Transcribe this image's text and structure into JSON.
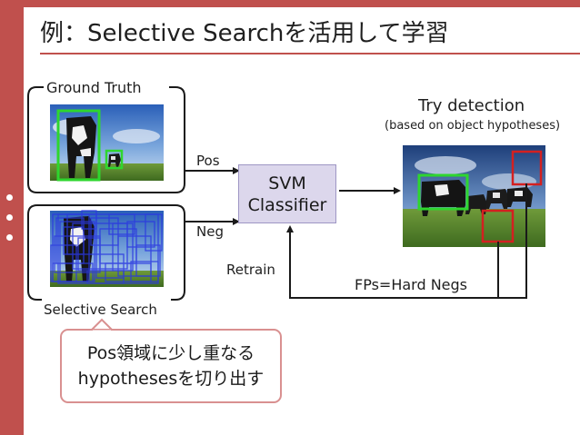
{
  "slide": {
    "title": "例：Selective Searchを活用して学習",
    "accent_color": "#c0504d"
  },
  "ground_truth": {
    "label": "Ground Truth"
  },
  "selective_search": {
    "label": "Selective Search"
  },
  "arrows": {
    "pos": "Pos",
    "neg": "Neg",
    "retrain": "Retrain"
  },
  "svm": {
    "line1": "SVM",
    "line2": "Classifier"
  },
  "detection": {
    "title": "Try detection",
    "subtitle": "(based on object hypotheses)",
    "fp_label": "FPs=Hard Negs"
  },
  "callout": {
    "line1": "Pos領域に少し重なる",
    "line2": "hypothesesを切り出す"
  }
}
